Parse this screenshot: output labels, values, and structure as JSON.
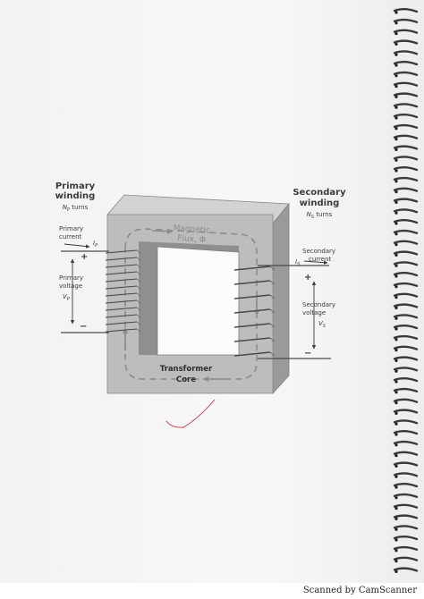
{
  "diagram": {
    "primary_title_line1": "Primary",
    "primary_title_line2": "winding",
    "primary_turns_symbol": "N",
    "primary_turns_sub": "P",
    "turns_word": "turns",
    "primary_current_line1": "Primary",
    "primary_current_line2": "current",
    "primary_current_symbol": "I",
    "primary_current_sub": "P",
    "primary_voltage_line1": "Primary",
    "primary_voltage_line2": "voltage",
    "primary_voltage_symbol": "V",
    "primary_voltage_sub": "P",
    "plus": "+",
    "minus": "−",
    "secondary_title_line1": "Secondary",
    "secondary_title_line2": "winding",
    "secondary_turns_symbol": "N",
    "secondary_turns_sub": "S",
    "secondary_current_line1": "Secondary",
    "secondary_current_line2": "current",
    "secondary_current_symbol": "I",
    "secondary_current_sub": "S",
    "secondary_voltage_line1": "Secondary",
    "secondary_voltage_line2": "voltage",
    "secondary_voltage_symbol": "V",
    "secondary_voltage_sub": "S",
    "flux_line1": "Magnetic",
    "flux_line2": "Flux, Φ",
    "core_line1": "Transformer",
    "core_line2": "Core"
  },
  "watermark": "Scanned by CamScanner",
  "colors": {
    "paper": "#f7f7f7",
    "core_front": "#bdbdbd",
    "core_top": "#d2d2d2",
    "core_side": "#9a9a9a",
    "window": "#fbfbfb",
    "wire": "#4a4a4a",
    "pen_mark": "#d0263f"
  }
}
